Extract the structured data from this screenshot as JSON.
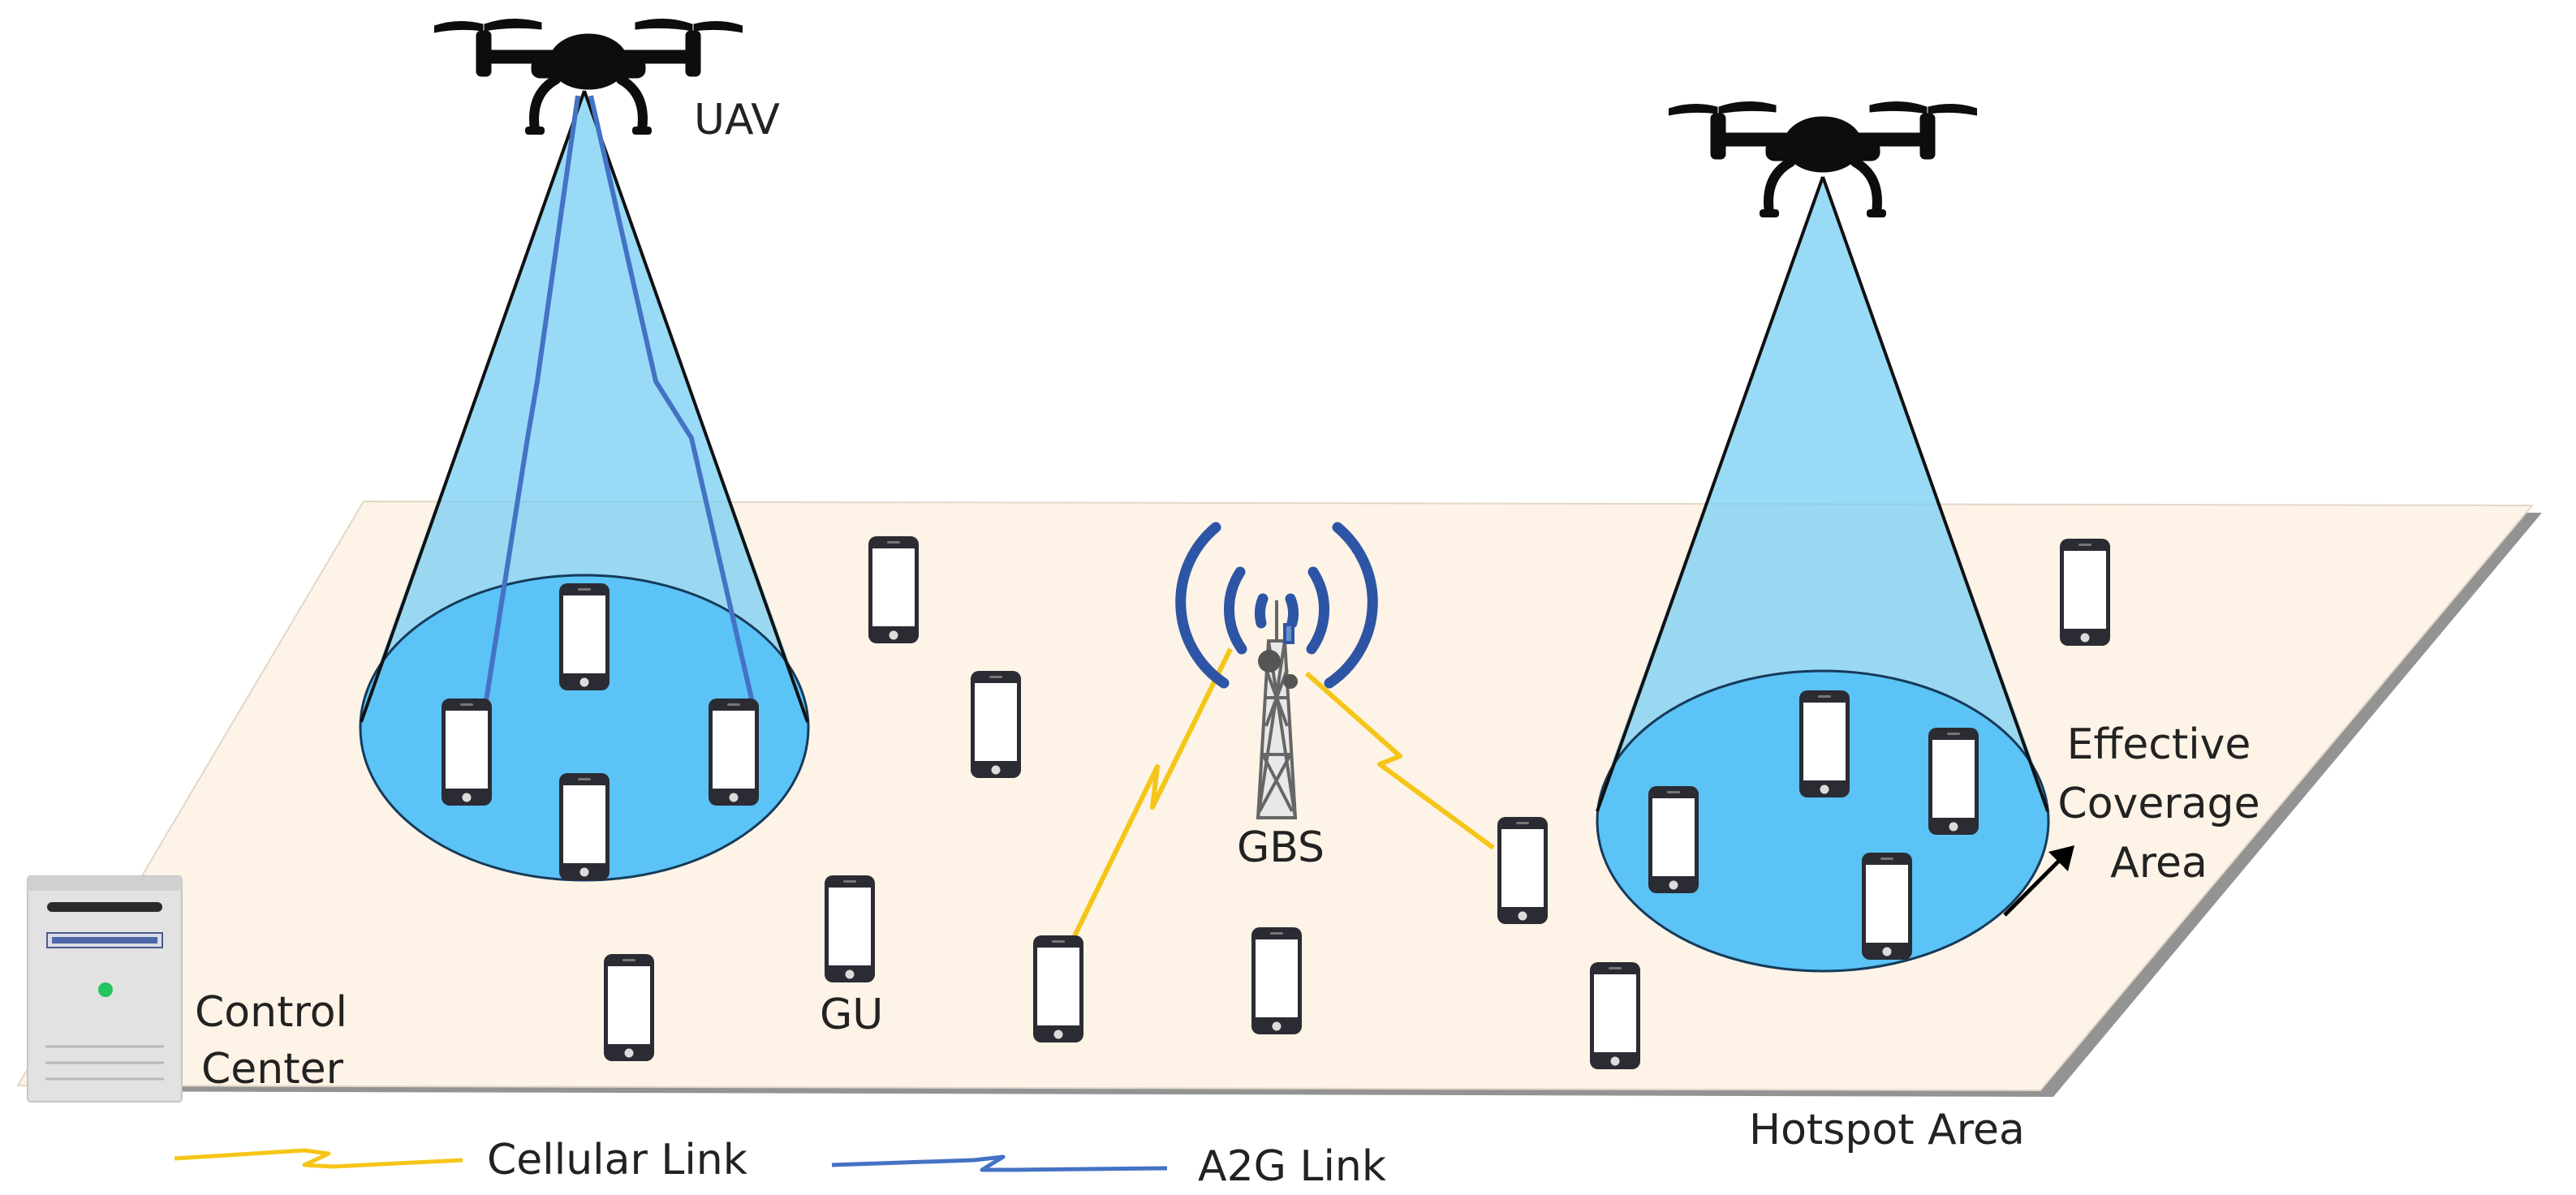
{
  "labels": {
    "uav": "UAV",
    "gbs": "GBS",
    "gu": "GU",
    "control_center_line1": "Control",
    "control_center_line2": "Center",
    "coverage_line1": "Effective",
    "coverage_line2": "Coverage",
    "coverage_line3": "Area",
    "hotspot_area": "Hotspot Area"
  },
  "legend": {
    "cellular_link": "Cellular Link",
    "a2g_link": "A2G Link"
  },
  "colors": {
    "ground_plane": "#fdf3e6",
    "cone": "#72cdf4",
    "coverage_disc": "#5bc3f5",
    "a2g_link": "#4472c4",
    "cellular_link": "#f5c518",
    "gbs_signal": "#2e55a5",
    "drone": "#0d0d0d"
  },
  "icons": [
    "drone-icon",
    "smartphone-icon",
    "tower-icon",
    "server-icon",
    "signal-arc-icon",
    "arrow-icon"
  ]
}
